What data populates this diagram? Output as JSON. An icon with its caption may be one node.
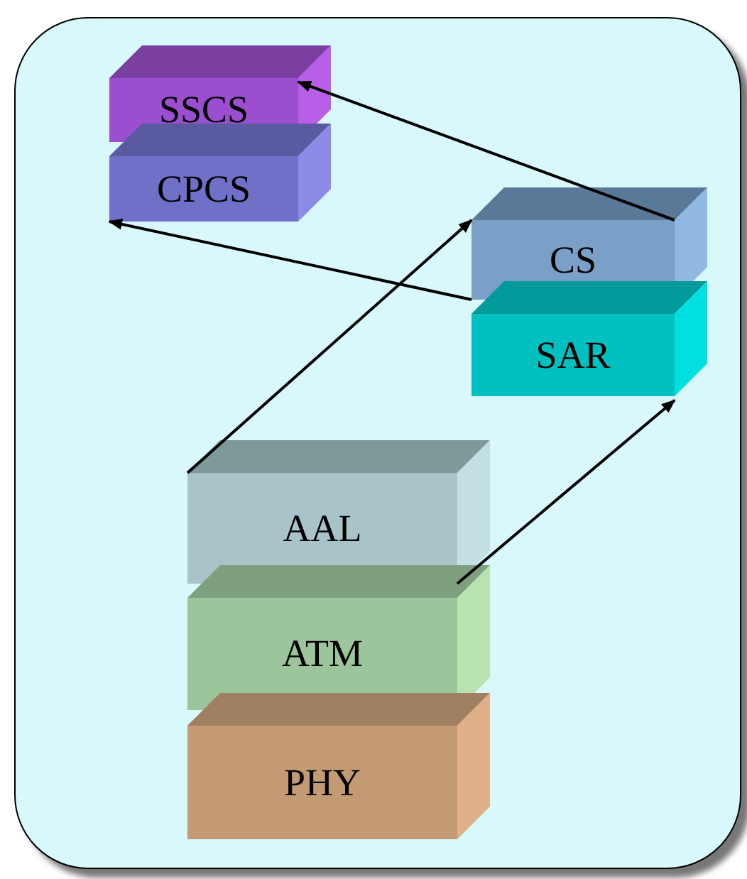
{
  "diagram": {
    "nodes": [
      {
        "text": [
          "SSCS"
        ]
      },
      {
        "text": [
          "CPCS"
        ]
      },
      {
        "text": [
          "CS"
        ]
      },
      {
        "text": [
          "SAR"
        ]
      },
      {
        "text": [
          "AAL"
        ]
      },
      {
        "text": [
          "ATM"
        ]
      },
      {
        "text": [
          "PHY"
        ]
      }
    ],
    "edges": [
      {
        "from": 2,
        "to": 0,
        "arrow": "to"
      },
      {
        "from": 2,
        "to": 1,
        "arrow": "to"
      },
      {
        "from": 4,
        "to": 2,
        "arrow": "to"
      },
      {
        "from": 4,
        "to": 3,
        "arrow": "to"
      }
    ]
  }
}
